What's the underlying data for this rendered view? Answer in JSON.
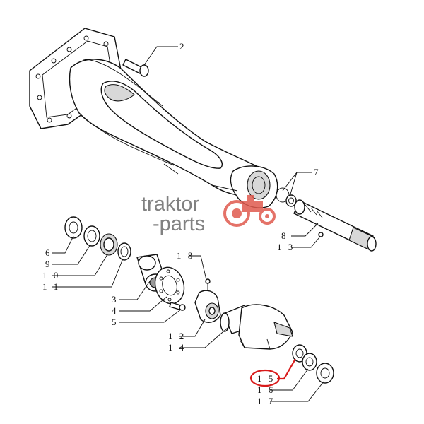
{
  "diagram": {
    "callouts": {
      "c2": "2",
      "c6": "6",
      "c7": "7",
      "c8": "8",
      "c9": "9",
      "c10": "1 0",
      "c11": "1 1",
      "c13": "1 3",
      "c3": "3",
      "c4": "4",
      "c5": "5",
      "c18": "1 8",
      "c12": "1 2",
      "c14": "1 4",
      "c15": "1 5",
      "c16": "1 6",
      "c17": "1 7"
    },
    "highlighted_callout": "c15",
    "highlight_color": "#d81a1a"
  },
  "watermark": {
    "line1": "traktor",
    "line2": "-parts",
    "logo_color": "#e05a4e"
  }
}
